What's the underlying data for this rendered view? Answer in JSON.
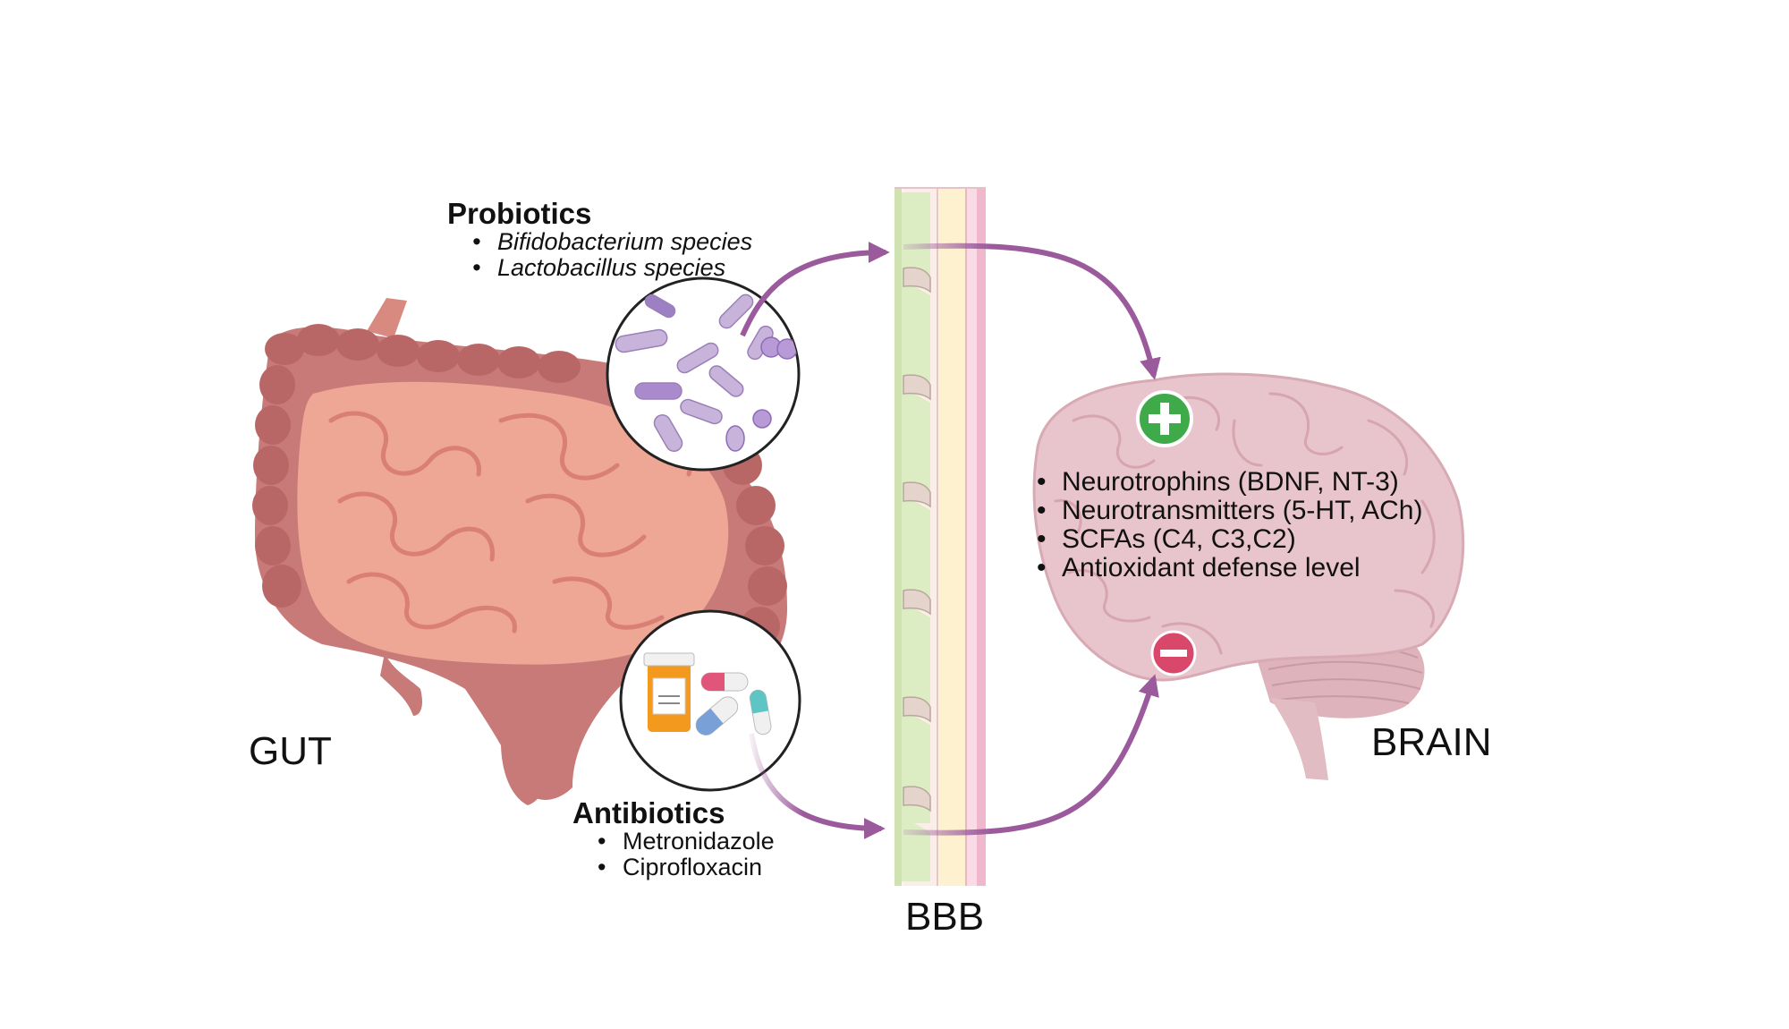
{
  "labels": {
    "gut": "GUT",
    "brain": "BRAIN",
    "bbb": "BBB"
  },
  "probiotics": {
    "title": "Probiotics",
    "items": [
      "Bifidobacterium species",
      "Lactobacillus species"
    ]
  },
  "antibiotics": {
    "title": "Antibiotics",
    "items": [
      "Metronidazole",
      "Ciprofloxacin"
    ]
  },
  "brain_effects": {
    "items": [
      "Neurotrophins (BDNF, NT-3)",
      "Neurotransmitters (5-HT, ACh)",
      "SCFAs (C4, C3,C2)",
      "Antioxidant defense level"
    ],
    "increase_symbol": "plus-icon",
    "decrease_symbol": "minus-icon"
  },
  "colors": {
    "arrow": "#9b5a9c",
    "plus_badge": "#3faa4a",
    "minus_badge": "#d9476a",
    "gut_large": "#c67878",
    "gut_small": "#eaa090",
    "brain": "#e8c4cc",
    "bbb_green": "#d8ecc0",
    "bbb_pink": "#f3c2d2"
  }
}
